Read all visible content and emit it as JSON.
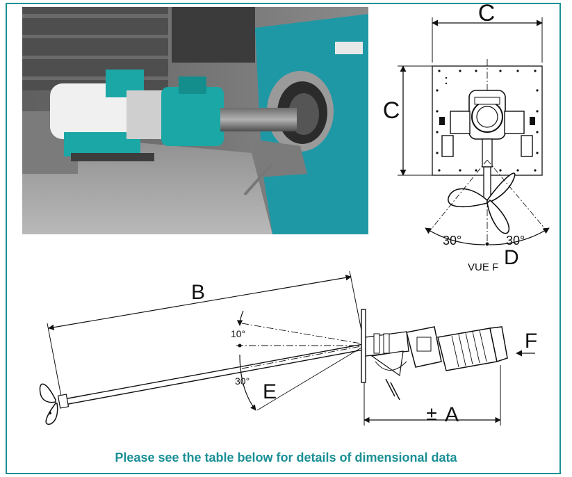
{
  "dimension_labels": {
    "A": "A",
    "plus_minus": "±",
    "B": "B",
    "C_top": "C",
    "C_side": "C",
    "D": "D",
    "E": "E",
    "F": "F"
  },
  "angle_labels": {
    "left_30": "30°",
    "right_30": "30°",
    "up_10": "10°",
    "down_30": "30°"
  },
  "view_label": "VUE F",
  "caption": "Please see the table below for details of dimensional data",
  "colors": {
    "frame": "#1a8f95",
    "caption": "#1a8f95",
    "machine_teal": "#1aa7a6",
    "wall_panel": "#1f98a6"
  }
}
